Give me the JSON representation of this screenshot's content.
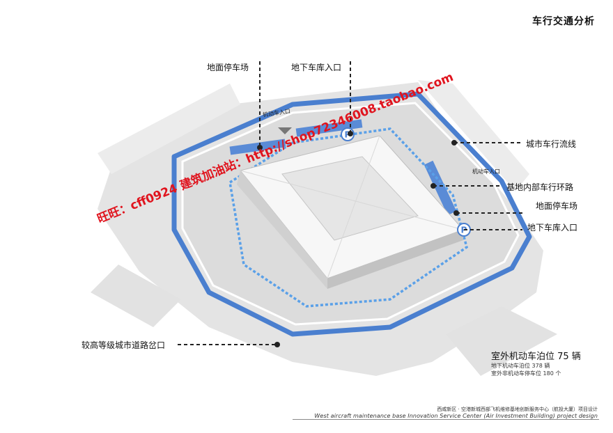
{
  "title": "车行交通分析",
  "labels": {
    "ground_parking_top": "地面停车场",
    "underground_entrance_top": "地下车库入口",
    "motor_entrance_left": "机动车入口",
    "motor_entrance_right": "机动车入口",
    "city_traffic": "城市车行流线",
    "internal_loop": "基地内部车行环路",
    "ground_parking_right": "地面停车场",
    "underground_entrance_right": "地下车库入口",
    "road_junction": "较高等级城市道路岔口"
  },
  "stats": {
    "outdoor_parking": "室外机动车泊位 75 辆",
    "underground_parking": "地下机动车泊位 378 辆",
    "non_motor_parking": "室外非机动车停车位 180 个"
  },
  "watermarks": {
    "line1": "旺旺：cff0924  建筑加油站：http://shop72346008.taobao.com"
  },
  "footer": {
    "cn": "西咸新区 · 空港新城西部飞机维修基地创新服务中心（航投大厦）项目设计",
    "en": "West aircraft maintenance base Innovation Service Center (Air Investment Building) project design"
  },
  "colors": {
    "road_blue": "#4a7fcf",
    "loop_dash": "#4a90e2",
    "ground": "#e9e9e9",
    "watermark": "#e0141e"
  }
}
